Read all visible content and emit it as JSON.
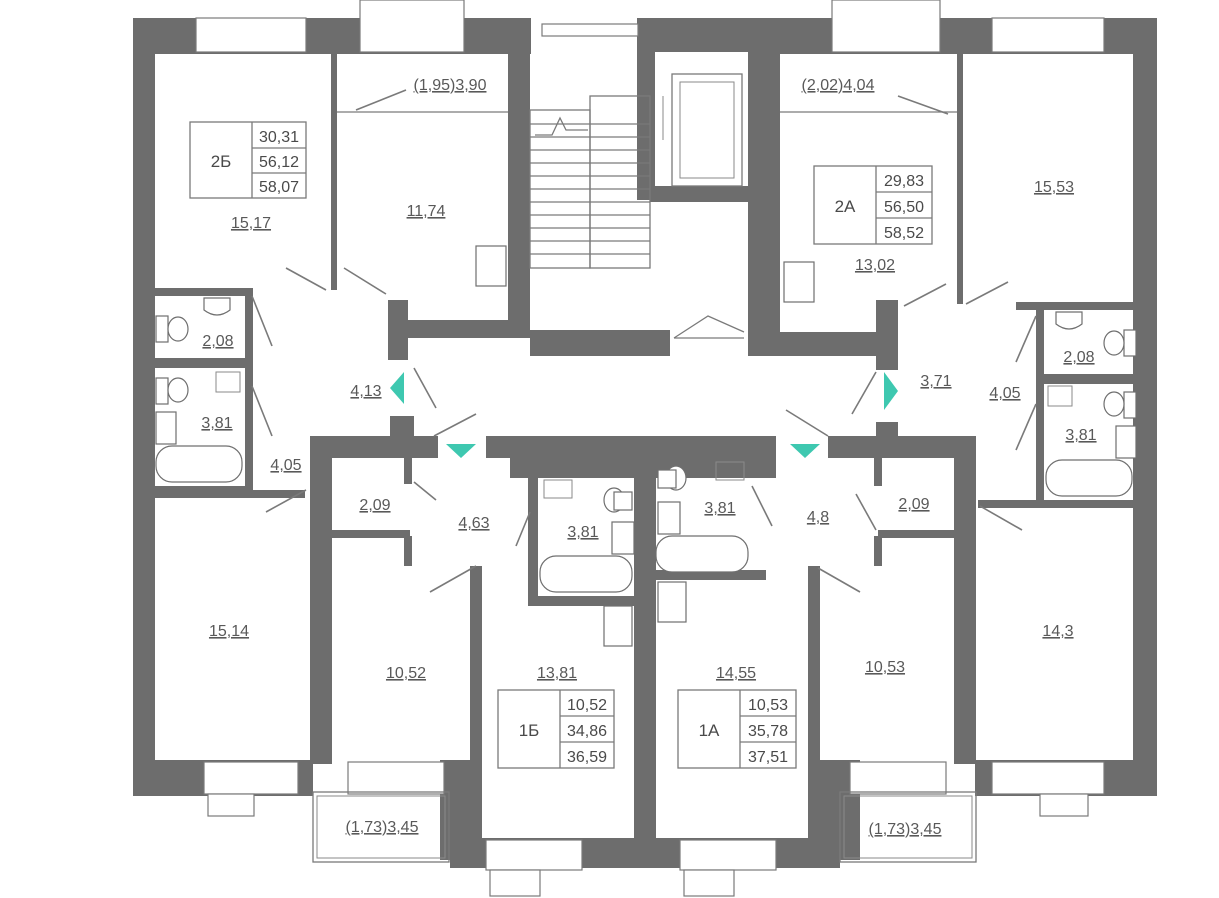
{
  "accent_color": "#3ec8b0",
  "wall_color": "#6d6d6d",
  "apartments": [
    {
      "id": "2B",
      "name": "2Б",
      "values": [
        "30,31",
        "56,12",
        "58,07"
      ]
    },
    {
      "id": "2A",
      "name": "2А",
      "values": [
        "29,83",
        "56,50",
        "58,52"
      ]
    },
    {
      "id": "1B",
      "name": "1Б",
      "values": [
        "10,52",
        "34,86",
        "36,59"
      ]
    },
    {
      "id": "1A",
      "name": "1А",
      "values": [
        "10,53",
        "35,78",
        "37,51"
      ]
    }
  ],
  "rooms": {
    "r_2b_living": "15,17",
    "r_2b_loggia": "(1,95)3,90",
    "r_2b_kitchen": "11,74",
    "r_2b_wc": "2,08",
    "r_2b_bath": "3,81",
    "r_2b_hall": "4,13",
    "r_2b_corridor": "4,05",
    "r_2b_bedroom": "15,14",
    "r_1b_balcony": "(1,73)3,45",
    "r_1b_closet": "2,09",
    "r_1b_hall": "4,63",
    "r_1b_bath": "3,81",
    "r_1b_room": "10,52",
    "r_1b_kitchen": "13,81",
    "r_1a_bath": "3,81",
    "r_1a_hall": "4,8",
    "r_1a_closet": "2,09",
    "r_1a_kitchen": "14,55",
    "r_1a_room": "10,53",
    "r_1a_balcony": "(1,73)3,45",
    "r_2a_loggia": "(2,02)4,04",
    "r_2a_kitchen": "13,02",
    "r_2a_living": "15,53",
    "r_2a_wc": "2,08",
    "r_2a_hall": "3,71",
    "r_2a_corridor": "4,05",
    "r_2a_bath": "3,81",
    "r_2a_bedroom": "14,3"
  }
}
